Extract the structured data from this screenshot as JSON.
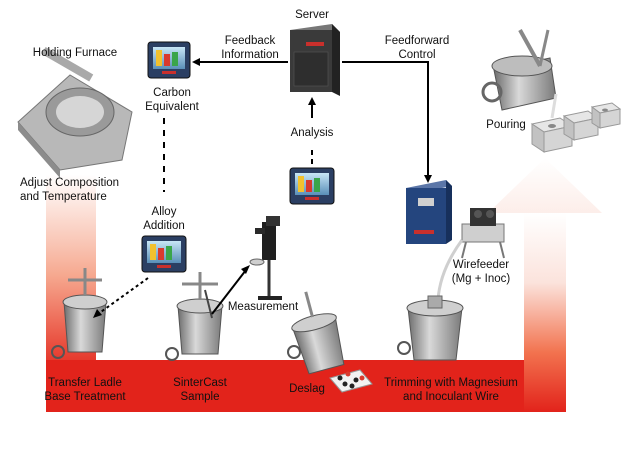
{
  "labels": {
    "server": "Server",
    "feedback_line1": "Feedback",
    "feedback_line2": "Information",
    "feedforward_line1": "Feedforward",
    "feedforward_line2": "Control",
    "holding_furnace": "Holding Furnace",
    "carbon_line1": "Carbon",
    "carbon_line2": "Equivalent",
    "analysis": "Analysis",
    "pouring": "Pouring",
    "adjust_line1": "Adjust Composition",
    "adjust_line2": "and Temperature",
    "alloy_line1": "Alloy",
    "alloy_line2": "Addition",
    "measurement": "Measurement",
    "wirefeeder_line1": "Wirefeeder",
    "wirefeeder_line2": "(Mg + Inoc)",
    "transfer_line1": "Transfer Ladle",
    "transfer_line2": "Base Treatment",
    "sintercast_line1": "SinterCast",
    "sintercast_line2": "Sample",
    "deslag": "Deslag",
    "trimming_line1": "Trimming with Magnesium",
    "trimming_line2": "and Inoculant Wire"
  },
  "colors": {
    "flow_arrow_top": "#ffffff",
    "flow_arrow_bottom": "#e8231c",
    "monitor_body": "#2b3f63",
    "server_body": "#3a3a3a",
    "cabinet_blue": "#24457e",
    "ladle_gray": "#8e8e8e"
  },
  "icons": [
    "furnace-icon",
    "server-icon",
    "monitor-icon",
    "ladle-icon",
    "analyzer-icon",
    "control-cabinet-icon",
    "wirefeeder-icon",
    "mold-block-icon"
  ]
}
